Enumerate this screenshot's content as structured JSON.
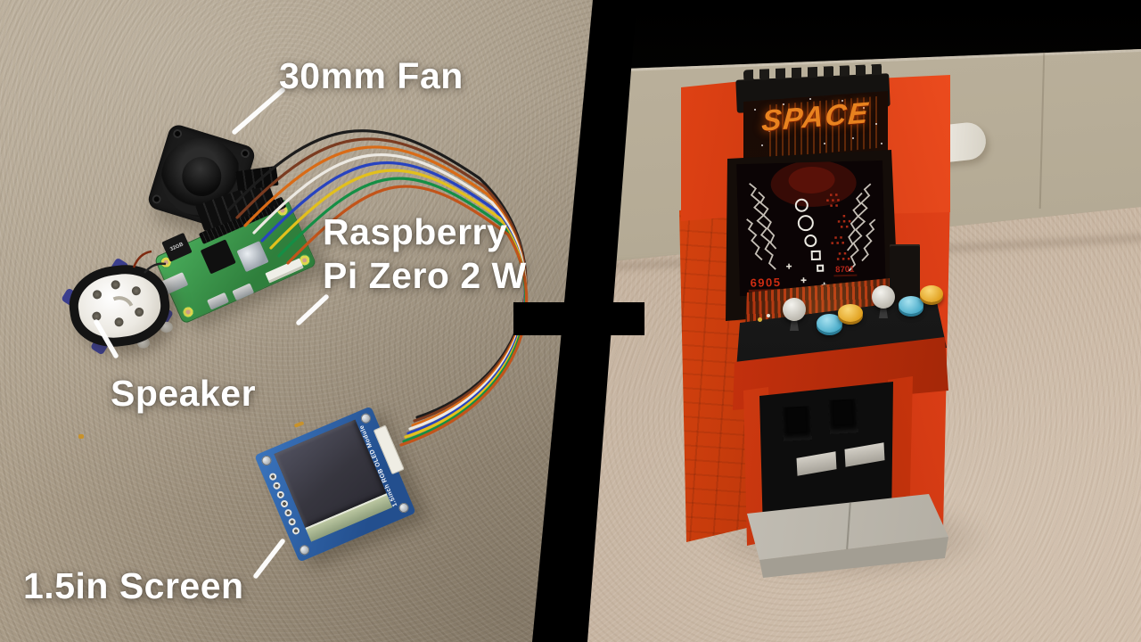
{
  "left_photo": {
    "labels": {
      "fan": "30mm Fan",
      "board_line1": "Raspberry",
      "board_line2": "Pi Zero 2 W",
      "speaker": "Speaker",
      "screen": "1.5in Screen"
    },
    "oled_module": {
      "side_text": "1.5inch RGB OLED Module"
    },
    "pi": {
      "sd_card_label": "32GB"
    },
    "wire_colors": [
      "#1c1c1c",
      "#7a3b20",
      "#d96b16",
      "#ece9e2",
      "#2743c0",
      "#e3c01c",
      "#148f45",
      "#c2541a"
    ],
    "carpet_color": "#a99b87"
  },
  "divider": {
    "symbol": "+",
    "color": "#000000"
  },
  "right_photo": {
    "marquee_text": "SPACE",
    "screen": {
      "score_left": "6905",
      "score_right": "8701"
    },
    "cabinet_colors": {
      "red": "#d63812",
      "deck_black": "#141414",
      "base_gray": "#c2beb5",
      "button_blue": "#5bc4e0",
      "button_yellow": "#f0b73a",
      "joystick_ball": "#d9d6cf"
    },
    "wall_color": "#b3a993",
    "carpet_color": "#c9b6a3"
  }
}
